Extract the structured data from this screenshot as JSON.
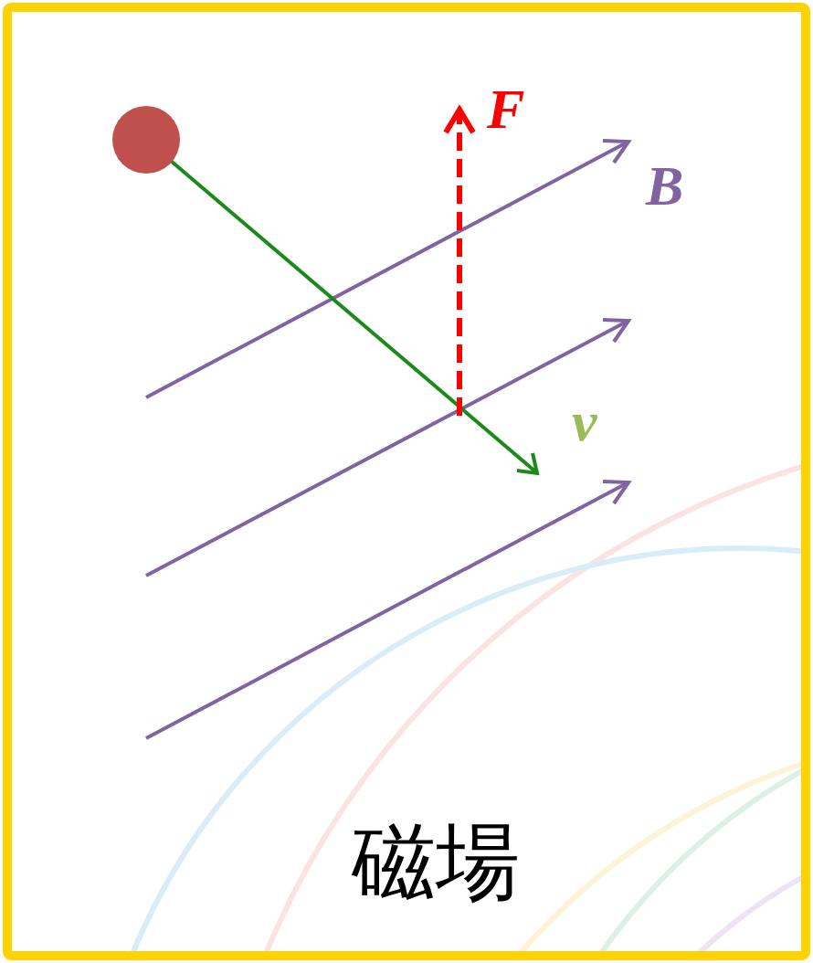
{
  "diagram": {
    "labels": [
      "F",
      "B",
      "v",
      "磁場"
    ]
  }
}
